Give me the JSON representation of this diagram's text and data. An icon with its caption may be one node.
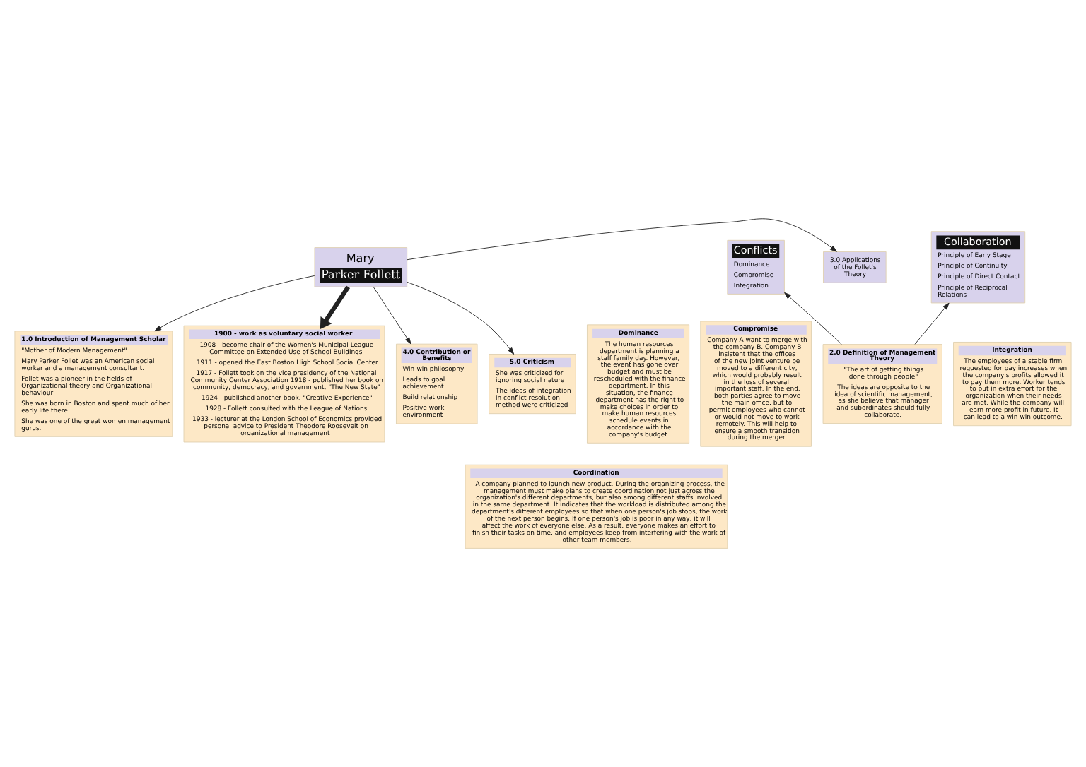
{
  "diagram": {
    "nodes": [
      {
        "text": [
          "Mary",
          "Parker Follett"
        ]
      },
      {
        "text": [
          "1.0 Introduction of Management Scholar",
          "\"Mother of Modern Management\".",
          "Mary Parker Follet was an American social worker and a management consultant.",
          "Follet was a pioneer in the fields of Organizational theory and Organizational behaviour",
          "She was born in Boston and spent much of her early life there.",
          "She was one of the great women management gurus."
        ]
      },
      {
        "text": [
          "1900 - work as voluntary social worker",
          "1908 - become chair of the Women's Municipal League Committee on Extended Use of School Buildings",
          "1911 - opened the East Boston High School Social Center",
          "1917 - Follett took on the vice presidency of the National Community Center Association 1918 - published her book on community, democracy, and government, \"The New State\"",
          "1924 - published another book, \"Creative Experience\"",
          "1928 - Follett consulted with the League of Nations",
          "1933 - lecturer at the London School of Economics provided personal advice to President Theodore Roosevelt on organizational management"
        ]
      },
      {
        "text": [
          "2.0 Definition of Management Theory",
          "\"The art of getting things done through people\"",
          "The ideas are opposite to the idea of scientific management, as she believe that manager and subordinates should fully collaborate."
        ]
      },
      {
        "text": [
          "Conflicts",
          "Dominance",
          "Compromise",
          "Integration"
        ]
      },
      {
        "text": [
          "Collaboration",
          "Principle of Early Stage",
          "Principle of Continuity",
          "Principle of Direct Contact",
          "Principle of Reciprocal Relations"
        ]
      },
      {
        "text": [
          "3.0 Applications of the Follet's Theory"
        ]
      },
      {
        "text": [
          "Dominance",
          "The human resources department is planning a staff family day. However, the event has gone over budget and must be rescheduled with the finance department. In this situation, the finance department has the right to make choices in order to make human resources schedule events in accordance with the company's budget."
        ]
      },
      {
        "text": [
          "Compromise",
          "Company A want to merge with the company B. Company B insistent that the offices of the new joint venture be moved to a different city, which would probably result in the loss of several important staff. In the end, both parties agree to move the main office, but to permit employees who cannot or would not move to work remotely. This will help to ensure a smooth transition during the merger."
        ]
      },
      {
        "text": [
          "Integration",
          "The employees of a stable firm requested for pay increases when the company's profits allowed it to pay them more. Worker tends to put in extra effort for the organization when their needs are met. While the company will earn more profit in future. It can lead to a win-win outcome."
        ]
      },
      {
        "text": [
          "Coordination",
          "A company planned to launch new product. During the organizing process, the management must make plans to create coordination not just across the organization's different departments, but also among different staffs involved in the same department. It indicates that the workload is distributed among the department's different employees so that when one person's job stops, the work of the next person begins. If one person's job is poor in any way, it will affect the work of everyone else. As a result, everyone makes an effort to finish their tasks on time, and employees keep from interfering with the work of other team members."
        ]
      },
      {
        "text": [
          "4.0 Contribution or Benefits",
          "Win-win philosophy",
          "Leads to goal achievement",
          "Build relationship",
          "Positive work environment"
        ]
      },
      {
        "text": [
          "5.0 Criticism",
          "She was criticized for ignoring social nature",
          "The ideas of integration in conflict resolution method were criticized"
        ]
      }
    ],
    "edges": [
      {
        "from": 0,
        "to": 1,
        "arrow": "to"
      },
      {
        "from": 0,
        "to": 2,
        "arrow": "to",
        "style": "thick"
      },
      {
        "from": 3,
        "to": 4,
        "arrow": "to"
      },
      {
        "from": 3,
        "to": 5,
        "arrow": "to"
      },
      {
        "from": 0,
        "to": 6,
        "arrow": "to"
      },
      {
        "from": 0,
        "to": 11,
        "arrow": "to"
      },
      {
        "from": 0,
        "to": 12,
        "arrow": "to"
      }
    ]
  }
}
